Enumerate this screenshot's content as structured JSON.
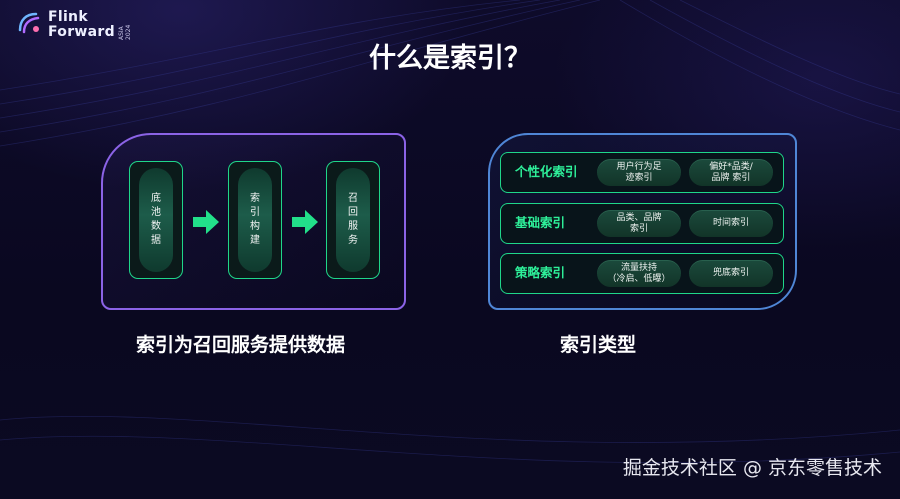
{
  "branding": {
    "logo_line1": "Flink",
    "logo_line2": "Forward",
    "logo_side": "ASIA 2024"
  },
  "title": "什么是索引？",
  "left_panel": {
    "stages": [
      "底池数据",
      "索引构建",
      "召回服务"
    ],
    "caption": "索引为召回服务提供数据"
  },
  "right_panel": {
    "rows": [
      {
        "label": "个性化索引",
        "chips": [
          "用户行为足\n迹索引",
          "偏好*品类/\n品牌 索引"
        ]
      },
      {
        "label": "基础索引",
        "chips": [
          "品类、品牌\n索引",
          "时间索引"
        ]
      },
      {
        "label": "策略索引",
        "chips": [
          "流量扶持\n（冷启、低曝）",
          "兜底索引"
        ]
      }
    ],
    "caption": "索引类型"
  },
  "watermark": "掘金技术社区 @ 京东零售技术",
  "colors": {
    "accent_green": "#1fd68a",
    "panel_purple": "#8b63e6",
    "panel_blue": "#4f86d6",
    "background": "#0b0920"
  }
}
